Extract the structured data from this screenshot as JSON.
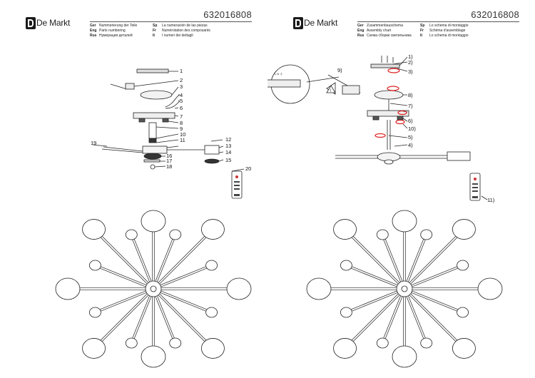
{
  "brand": {
    "logo_text": "De Markt"
  },
  "left_sheet": {
    "product_code": "632016808",
    "labels": [
      {
        "lang": "Ger",
        "text": "Nummerierung der Teile"
      },
      {
        "lang": "Eng",
        "text": "Parts numbering"
      },
      {
        "lang": "Rus",
        "text": "Нумерация деталей"
      },
      {
        "lang": "Sp",
        "text": "La numeración de las piezas"
      },
      {
        "lang": "Fr",
        "text": "Numérotation des composants"
      },
      {
        "lang": "It",
        "text": "I numeri dei dettagli"
      }
    ],
    "part_numbers": [
      "1",
      "2",
      "3",
      "4",
      "5",
      "6",
      "7",
      "8",
      "9",
      "10",
      "11",
      "12",
      "13",
      "14",
      "15",
      "16",
      "17",
      "18",
      "19",
      "20"
    ]
  },
  "right_sheet": {
    "product_code": "632016808",
    "labels": [
      {
        "lang": "Ger",
        "text": "Zusammenbauschema"
      },
      {
        "lang": "Eng",
        "text": "Assembly chart"
      },
      {
        "lang": "Rus",
        "text": "Схема сборки светильника"
      },
      {
        "lang": "Sp",
        "text": "Lo schema di montaggio"
      },
      {
        "lang": "Fr",
        "text": "Schéma d'assemblage"
      },
      {
        "lang": "It",
        "text": "Lo schema di montaggio"
      }
    ],
    "step_numbers": [
      "1)",
      "2)",
      "3)",
      "4)",
      "5)",
      "6)",
      "7)",
      "8)",
      "9)",
      "10)",
      "11)"
    ],
    "callout_terminal": "L N ⏚"
  }
}
